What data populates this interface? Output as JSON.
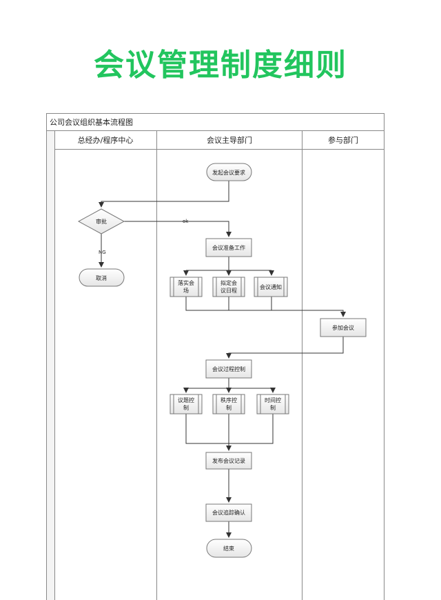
{
  "page_title": "会议管理制度细则",
  "flowchart": {
    "caption": "公司会议组织基本流程图",
    "lanes": [
      "总经办/程序中心",
      "会议主导部门",
      "参与部门"
    ],
    "nodes": {
      "start": "发起会议要求",
      "review": "审批",
      "cancel": "取消",
      "prepare": "会议准备工作",
      "venue": [
        "落实会",
        "场"
      ],
      "agenda": [
        "拟定会",
        "议日程"
      ],
      "notice": "会议通知",
      "attend": "参加会议",
      "control": "会议过程控制",
      "topic": [
        "议题控",
        "制"
      ],
      "order": [
        "秩序控",
        "制"
      ],
      "time": [
        "时间控",
        "制"
      ],
      "record": "发布会议记录",
      "followup": "会议追踪确认",
      "end": "结束"
    },
    "edge_labels": {
      "ok": "ok",
      "ng": "NG"
    }
  },
  "colors": {
    "title": "#22c55e",
    "line": "#444444",
    "box_fill": "#f2f2f2",
    "border": "#888888"
  }
}
